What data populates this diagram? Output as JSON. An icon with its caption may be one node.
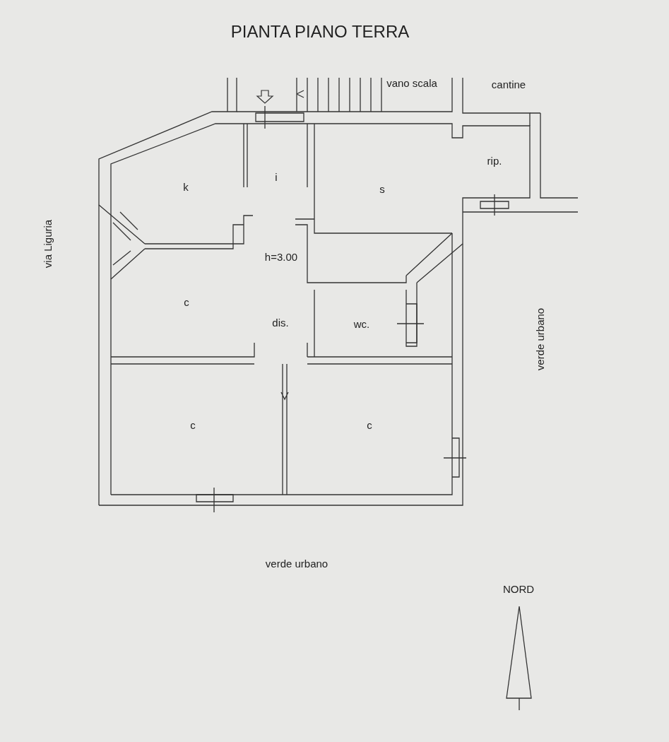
{
  "diagram": {
    "title": "PIANTA PIANO TERRA",
    "labels": [
      "vano scala",
      "cantine",
      "rip.",
      "k",
      "i",
      "s",
      "via Liguria",
      "h=3.00",
      "c",
      "dis.",
      "wc.",
      "verde urbano",
      "c",
      "c",
      "verde urbano",
      "NORD"
    ]
  }
}
